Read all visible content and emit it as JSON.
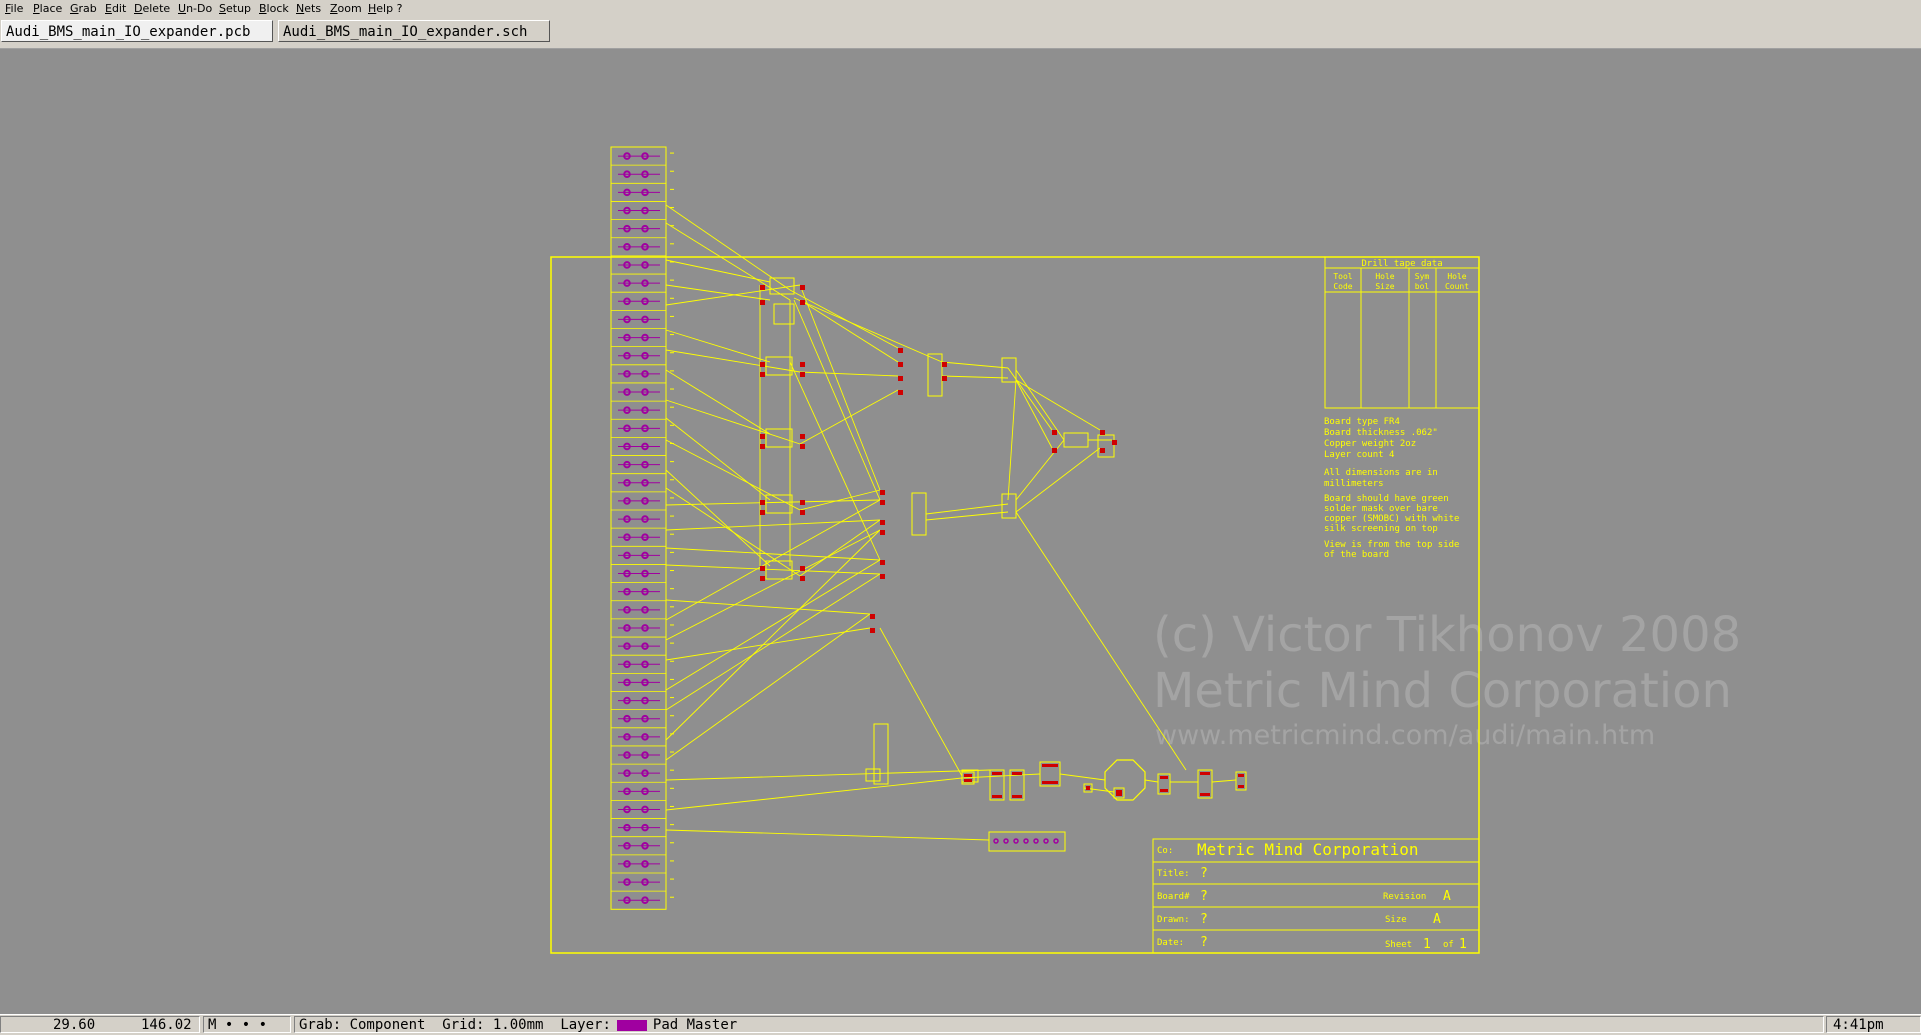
{
  "menu": [
    {
      "label": "File",
      "accel": "F"
    },
    {
      "label": "Place",
      "accel": "P"
    },
    {
      "label": "Grab",
      "accel": "G"
    },
    {
      "label": "Edit",
      "accel": "E"
    },
    {
      "label": "Delete",
      "accel": "D"
    },
    {
      "label": "Un-Do",
      "accel": "U"
    },
    {
      "label": "Setup",
      "accel": "S"
    },
    {
      "label": "Block",
      "accel": "B"
    },
    {
      "label": "Nets",
      "accel": "N"
    },
    {
      "label": "Zoom",
      "accel": "Z"
    },
    {
      "label": "Help ?",
      "accel": "H"
    }
  ],
  "tabs": [
    {
      "label": "Audi_BMS_main_IO_expander.pcb",
      "active": true
    },
    {
      "label": "Audi_BMS_main_IO_expander.sch",
      "active": false
    }
  ],
  "drill_table": {
    "title": "Drill tape data",
    "headers": [
      [
        "Tool",
        "Code"
      ],
      [
        "Hole",
        "Size"
      ],
      [
        "Sym",
        "bol"
      ],
      [
        "Hole",
        "Count"
      ]
    ]
  },
  "board_notes": [
    "Board type  FR4",
    "Board thickness  .062\"",
    "Copper weight  2oz",
    "Layer count  4",
    "",
    "All dimensions are in",
    "millimeters",
    "",
    "Board should have green",
    "solder mask over bare",
    "copper (SMOBC) with white",
    "silk screening on top",
    "",
    "View is from the top side",
    "of the board"
  ],
  "watermark": {
    "line1": "(c) Victor Tikhonov 2008",
    "line2": "Metric Mind Corporation",
    "line3": "www.metricmind.com/audi/main.htm"
  },
  "title_block": {
    "co_label": "Co:",
    "co_value": "Metric Mind Corporation",
    "title_label": "Title:",
    "title_value": "?",
    "board_label": "Board#",
    "board_value": "?",
    "revision_label": "Revision",
    "revision_value": "A",
    "drawn_label": "Drawn:",
    "drawn_value": "?",
    "size_label": "Size",
    "size_value": "A",
    "date_label": "Date:",
    "date_value": "?",
    "sheet_label": "Sheet",
    "sheet_value": "1",
    "of_label": "of",
    "of_value": "1"
  },
  "status": {
    "x": "29.60",
    "y": "146.02",
    "mode": "M • • •",
    "grab": "Grab: Component",
    "grid": "Grid: 1.00mm",
    "layer_label": "Layer:",
    "layer_name": "Pad Master",
    "layer_color": "#a000a0",
    "clock": "4:41pm"
  },
  "colors": {
    "background": "#8f8f8f",
    "silk": "#ffff00",
    "pad": "#a000a0",
    "smd_pad": "#d00000",
    "watermark": "#a4a4a4"
  }
}
